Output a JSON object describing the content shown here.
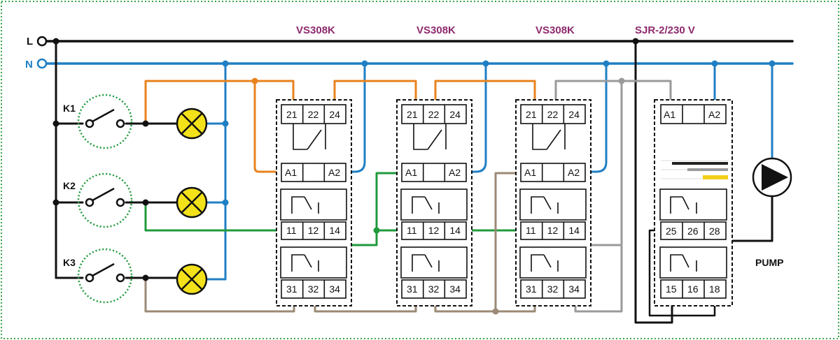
{
  "buses": {
    "line": "L",
    "neutral": "N"
  },
  "relays": [
    {
      "title": "VS308K",
      "top": [
        "21",
        "22",
        "24"
      ],
      "coil": [
        "A1",
        "A2"
      ],
      "mid": [
        "11",
        "12",
        "14"
      ],
      "bot": [
        "31",
        "32",
        "34"
      ]
    },
    {
      "title": "VS308K",
      "top": [
        "21",
        "22",
        "24"
      ],
      "coil": [
        "A1",
        "A2"
      ],
      "mid": [
        "11",
        "12",
        "14"
      ],
      "bot": [
        "31",
        "32",
        "34"
      ]
    },
    {
      "title": "VS308K",
      "top": [
        "21",
        "22",
        "24"
      ],
      "coil": [
        "A1",
        "A2"
      ],
      "mid": [
        "11",
        "12",
        "14"
      ],
      "bot": [
        "31",
        "32",
        "34"
      ]
    }
  ],
  "sjr": {
    "title": "SJR-2/230 V",
    "coil": [
      "A1",
      "A2"
    ],
    "mid": [
      "25",
      "26",
      "28"
    ],
    "bot": [
      "15",
      "16",
      "18"
    ]
  },
  "switches": [
    "K1",
    "K2",
    "K3"
  ],
  "pump": {
    "label": "PUMP"
  },
  "colors": {
    "line": "#111111",
    "neutral": "#1f7fc4",
    "orange": "#e8821e",
    "green": "#1f9a3c",
    "brown": "#9b8a75",
    "grey": "#9a9a9a",
    "lamp": "#f3e21a",
    "frame": "#3aa64a",
    "title": "#8e2a6e"
  }
}
